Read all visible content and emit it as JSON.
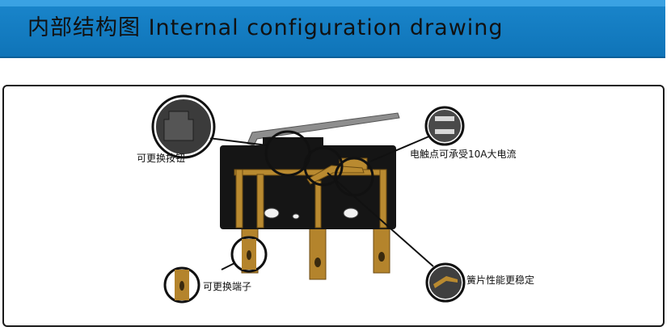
{
  "banner": {
    "title": "内部结构图 Internal configuration drawing"
  },
  "callouts": {
    "button": "可更换按钮",
    "contact": "电触点可承受10A大电流",
    "terminal": "可更换端子",
    "reed": "簧片性能更稳定"
  },
  "colors": {
    "banner": "#0f74b8",
    "housing": "#111111",
    "brass": "#b8862e",
    "lever": "#8c8c8c"
  }
}
